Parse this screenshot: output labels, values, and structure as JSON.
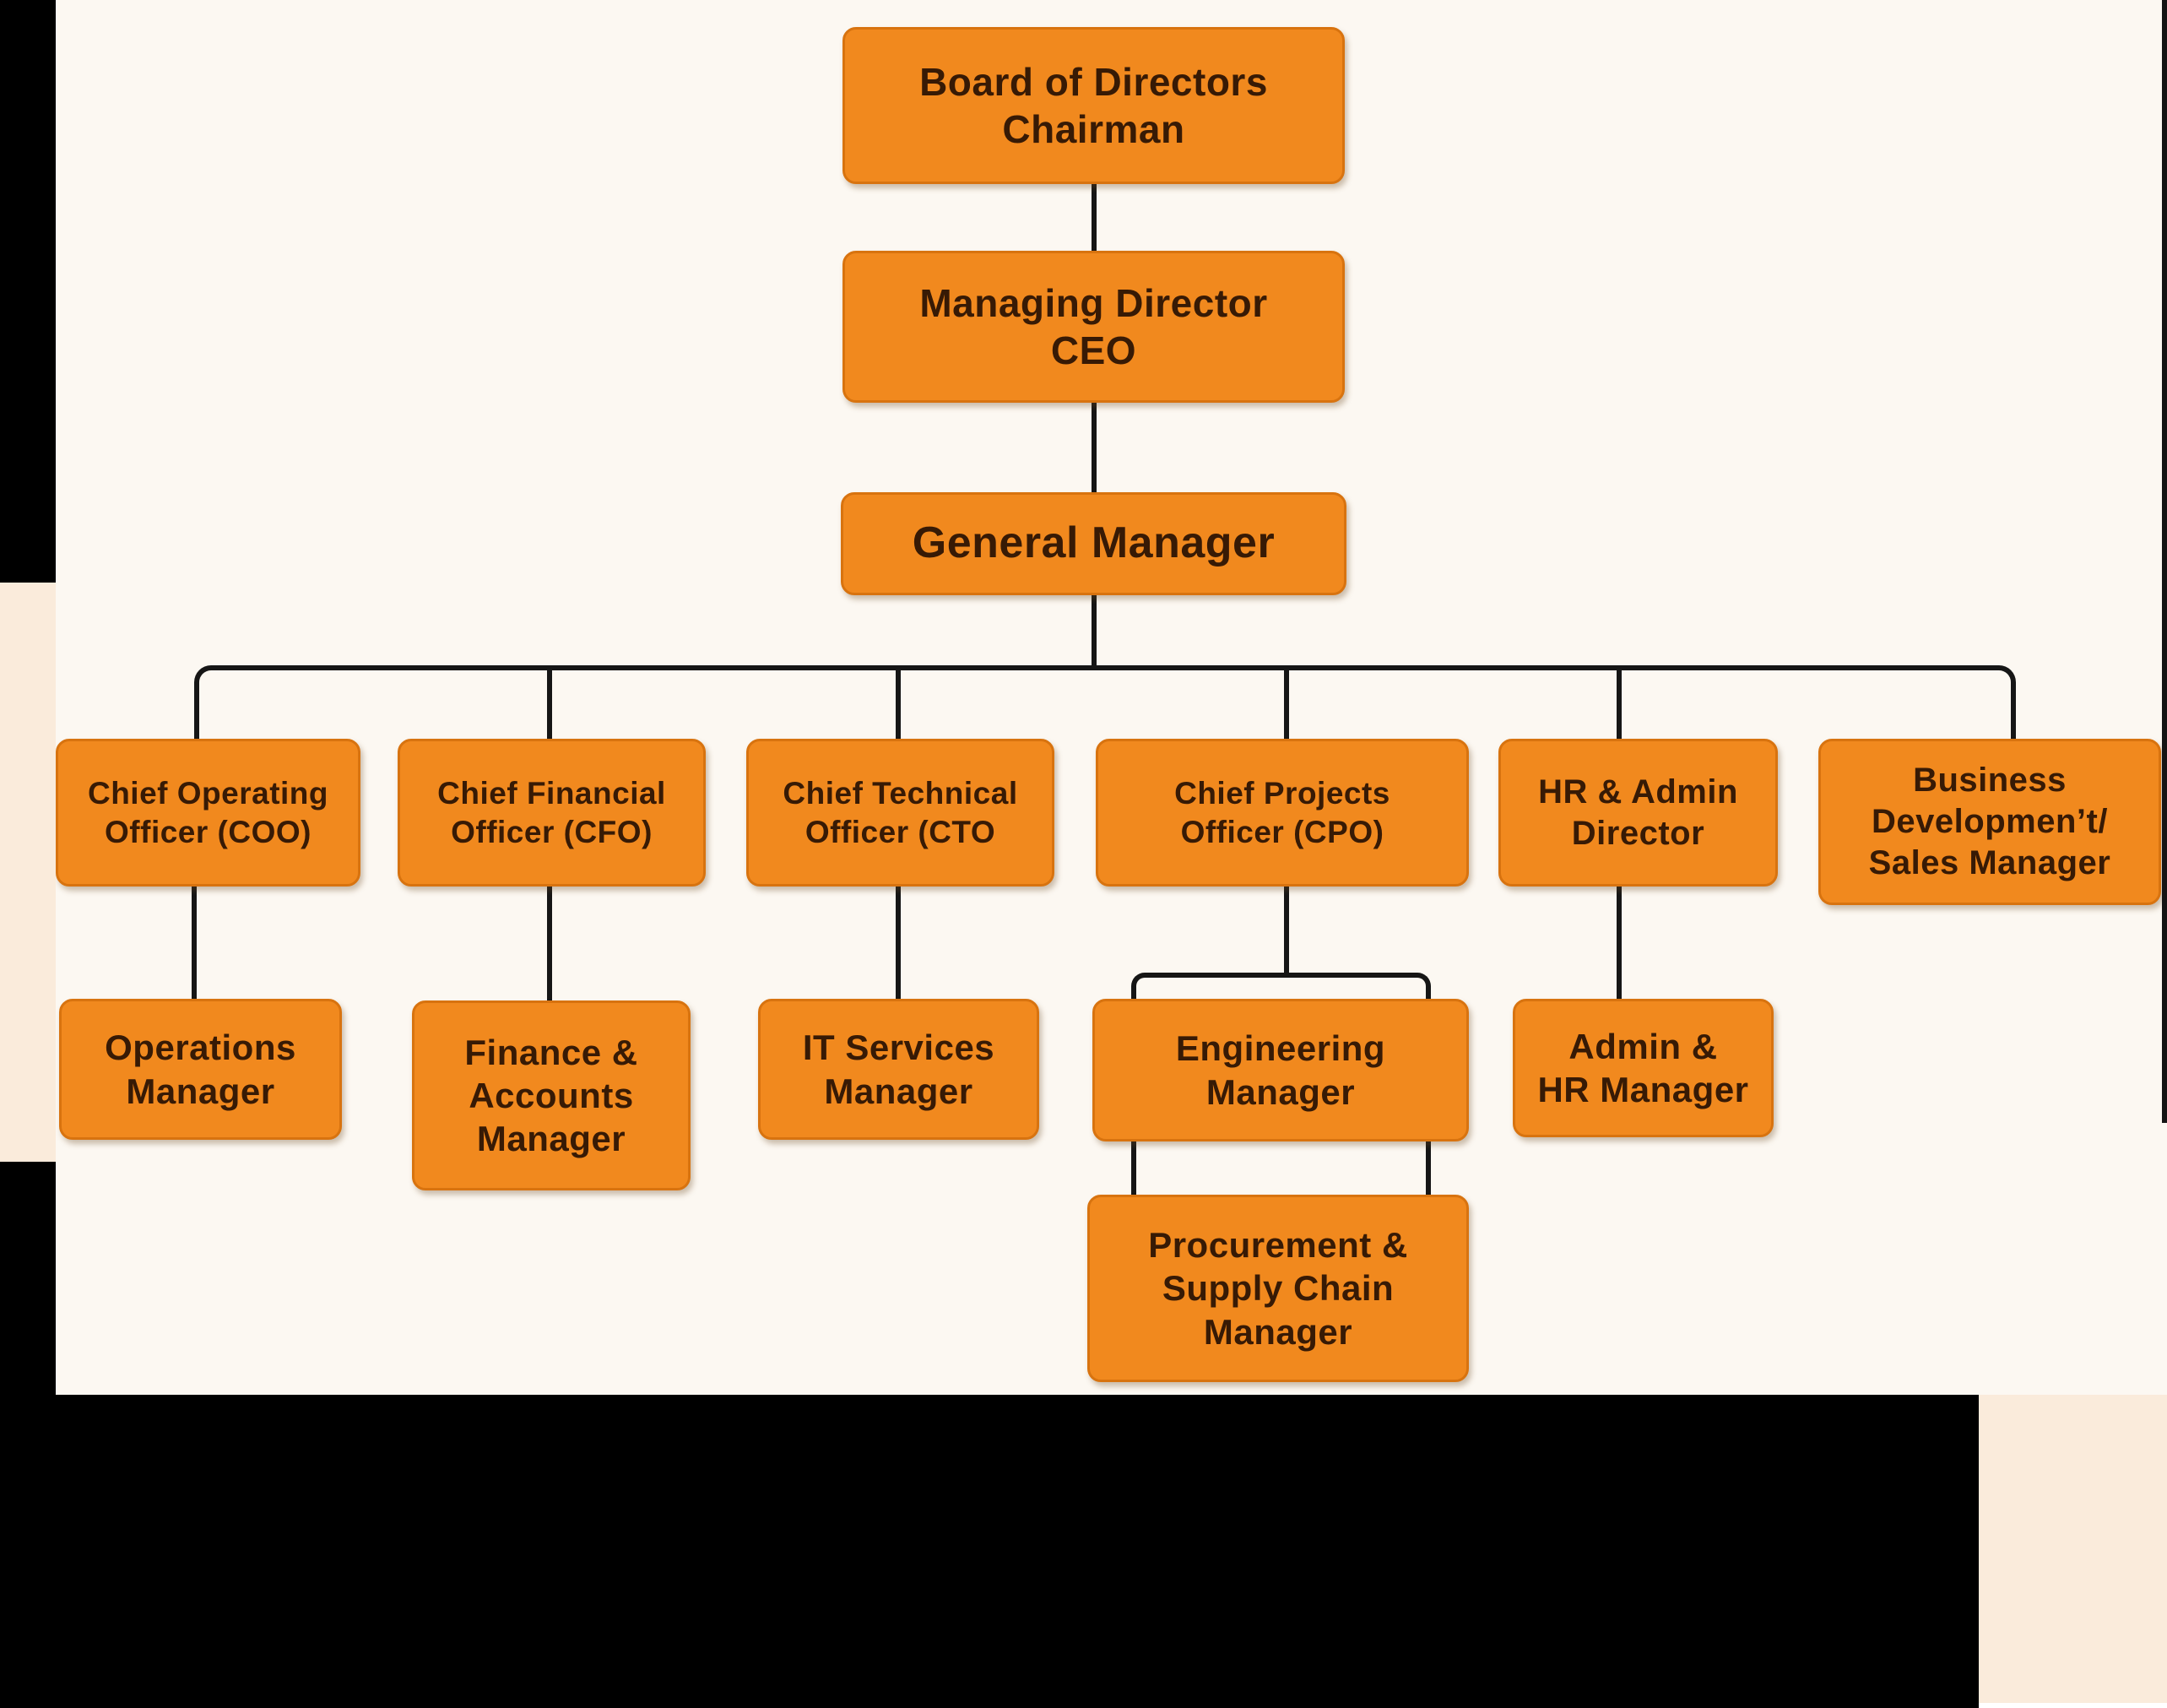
{
  "palette": {
    "node_fill": "#F1891E",
    "node_border": "#D8730F",
    "node_text": "#371A05",
    "connector": "#161616",
    "background": "#FCF8F2",
    "margin_pink": "#FAEBDB",
    "margin_black": "#000000"
  },
  "chart": {
    "type": "org-chart",
    "nodes": {
      "board": {
        "label": "Board of Directors\nChairman"
      },
      "md": {
        "label": "Managing Director\nCEO"
      },
      "gm": {
        "label": "General Manager"
      },
      "coo": {
        "label": "Chief Operating\nOfficer (COO)"
      },
      "cfo": {
        "label": "Chief Financial\nOfficer (CFO)"
      },
      "cto": {
        "label": "Chief Technical\nOfficer (CTO"
      },
      "cpo": {
        "label": "Chief Projects\nOfficer (CPO)"
      },
      "hr": {
        "label": "HR & Admin\nDirector"
      },
      "bd": {
        "label": "Business\nDevelopmen’t/\nSales Manager"
      },
      "ops": {
        "label": "Operations\nManager"
      },
      "fin": {
        "label": "Finance &\nAccounts\nManager"
      },
      "its": {
        "label": "IT Services\nManager"
      },
      "eng": {
        "label": "Engineering\nManager"
      },
      "adm": {
        "label": "Admin &\nHR Manager"
      },
      "proc": {
        "label": "Procurement &\nSupply Chain\nManager"
      }
    },
    "edges": [
      [
        "board",
        "md"
      ],
      [
        "md",
        "gm"
      ],
      [
        "gm",
        "coo"
      ],
      [
        "gm",
        "cfo"
      ],
      [
        "gm",
        "cto"
      ],
      [
        "gm",
        "cpo"
      ],
      [
        "gm",
        "hr"
      ],
      [
        "gm",
        "bd"
      ],
      [
        "coo",
        "ops"
      ],
      [
        "cfo",
        "fin"
      ],
      [
        "cto",
        "its"
      ],
      [
        "cpo",
        "eng"
      ],
      [
        "hr",
        "adm"
      ],
      [
        "eng",
        "proc"
      ]
    ]
  }
}
